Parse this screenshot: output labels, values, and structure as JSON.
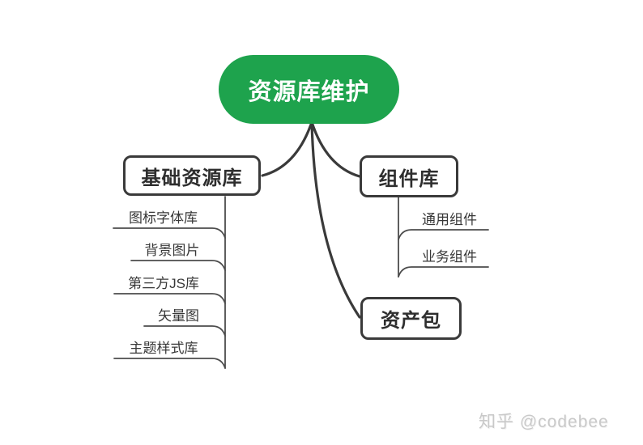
{
  "root": {
    "label": "资源库维护"
  },
  "branches": [
    {
      "label": "基础资源库",
      "children": [
        "图标字体库",
        "背景图片",
        "第三方JS库",
        "矢量图",
        "主题样式库"
      ]
    },
    {
      "label": "组件库",
      "children": [
        "通用组件",
        "业务组件"
      ]
    },
    {
      "label": "资产包",
      "children": []
    }
  ],
  "watermark": "知乎 @codebee",
  "colors": {
    "root_bg": "#1ea34d",
    "root_text": "#ffffff",
    "branch_line": "#3a3a3a",
    "thin_line": "#4c4c4c",
    "node_text": "#2e2e2e",
    "child_text": "#383838",
    "watermark_text": "#c9c9c9"
  }
}
